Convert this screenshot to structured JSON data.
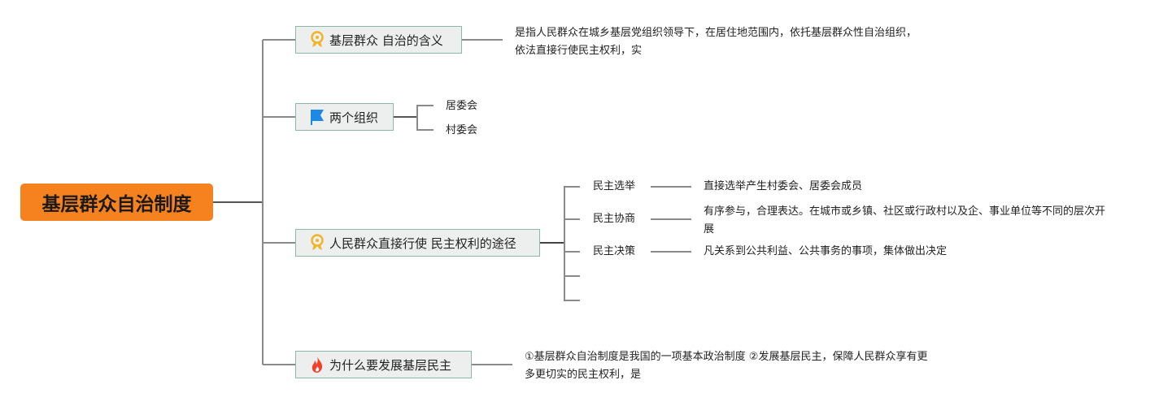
{
  "root": {
    "title": "基层群众自治制度"
  },
  "branches": [
    {
      "label": "基层群众 自治的含义",
      "icon": "award-icon",
      "text": "是指人民群众在城乡基层党组织领导下，在居住地范围内，依托基层群众性自治组织，依法直接行使民主权利，实"
    },
    {
      "label": "两个组织",
      "icon": "flag-icon",
      "children": [
        "居委会",
        "村委会"
      ]
    },
    {
      "label": "人民群众直接行使 民主权利的途径",
      "icon": "award-icon",
      "children": [
        {
          "label": "民主选举",
          "text": "直接选举产生村委会、居委会成员"
        },
        {
          "label": "民主协商",
          "text": "有序参与，合理表达。在城市或乡镇、社区或行政村以及企、事业单位等不同的层次开展"
        },
        {
          "label": "民主决策",
          "text": "凡关系到公共利益、公共事务的事项，集体做出决定"
        }
      ]
    },
    {
      "label": "为什么要发展基层民主",
      "icon": "fire-icon",
      "text": "①基层群众自治制度是我国的一项基本政治制度 ②发展基层民主，保障人民群众享有更多更切实的民主权利，是"
    }
  ],
  "colors": {
    "root": "#F5821F",
    "line": "#888888",
    "node_border": "#8DB8A6"
  }
}
